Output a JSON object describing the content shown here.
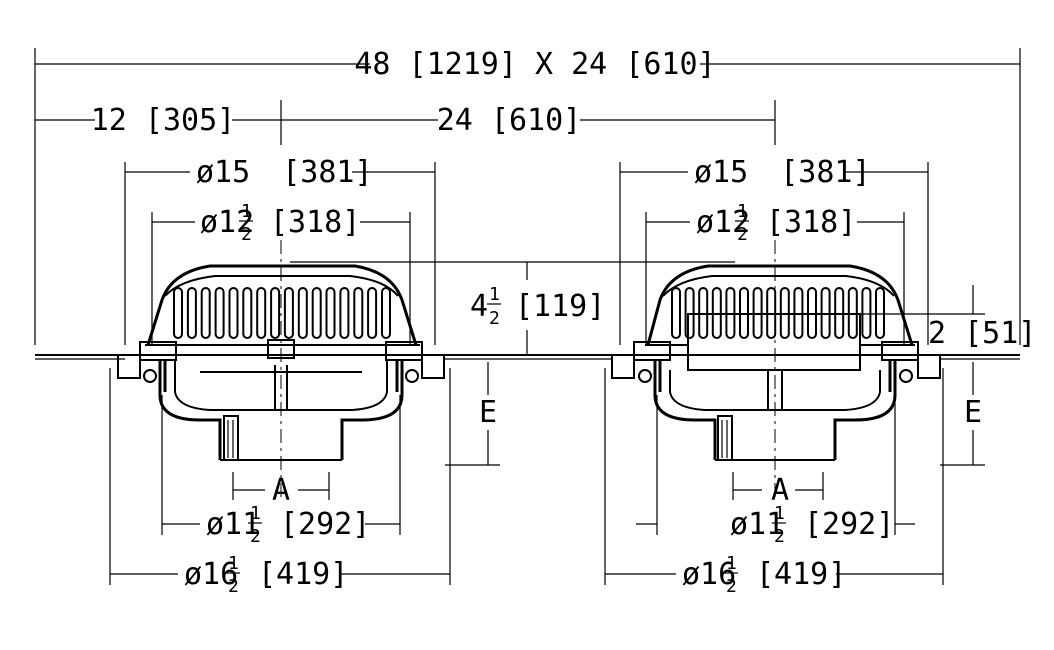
{
  "dimensions": {
    "overall": "48 [1219] X 24 [610]",
    "left_offset": "12 [305]",
    "center_spacing": "24 [610]",
    "dome_height_whole": "4",
    "dome_height_frac_num": "1",
    "dome_height_frac_den": "2",
    "dome_height_metric": "[119]",
    "extension": "2 [51]",
    "E_label": "E",
    "A_label": "A"
  },
  "left_drain": {
    "dia15_prefix": "ø15",
    "dia15_metric": "[381]",
    "dia12_prefix": "ø12",
    "dia12_num": "1",
    "dia12_den": "2",
    "dia12_metric": "[318]",
    "dia11_prefix": "ø11",
    "dia11_num": "1",
    "dia11_den": "2",
    "dia11_metric": "[292]",
    "dia16_prefix": "ø16",
    "dia16_num": "1",
    "dia16_den": "2",
    "dia16_metric": "[419]"
  },
  "right_drain": {
    "dia15_prefix": "ø15",
    "dia15_metric": "[381]",
    "dia12_prefix": "ø12",
    "dia12_num": "1",
    "dia12_den": "2",
    "dia12_metric": "[318]",
    "dia11_prefix": "ø11",
    "dia11_num": "1",
    "dia11_den": "2",
    "dia11_metric": "[292]",
    "dia16_prefix": "ø16",
    "dia16_num": "1",
    "dia16_den": "2",
    "dia16_metric": "[419]"
  }
}
